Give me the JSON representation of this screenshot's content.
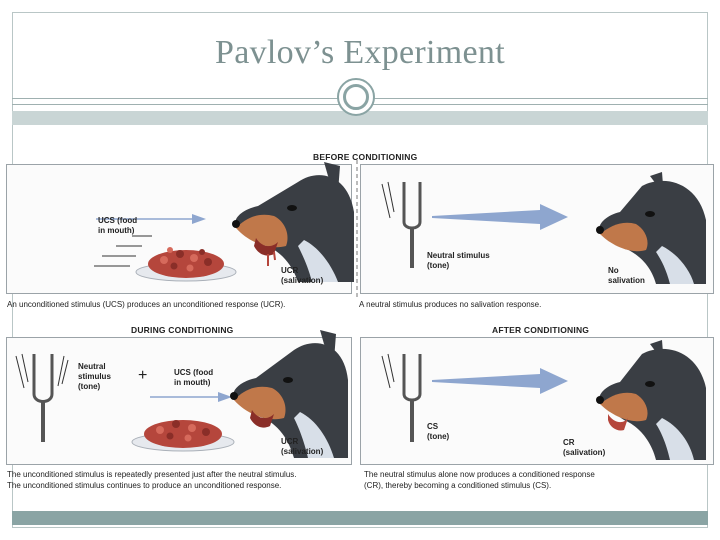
{
  "slide": {
    "title": "Pavlov’s Experiment"
  },
  "diagram": {
    "before_conditioning": {
      "heading": "BEFORE CONDITIONING",
      "left": {
        "ucs_label": "UCS (food\nin mouth)",
        "ucr_label": "UCR\n(salivation)",
        "caption": "An unconditioned stimulus (UCS) produces an unconditioned response (UCR)."
      },
      "right": {
        "stimulus_label": "Neutral stimulus\n(tone)",
        "response_label": "No\nsalivation",
        "caption": "A neutral stimulus produces no salivation response."
      }
    },
    "during_conditioning": {
      "heading": "DURING CONDITIONING",
      "neutral_label": "Neutral\nstimulus\n(tone)",
      "plus": "+",
      "ucs_label": "UCS (food\nin mouth)",
      "ucr_label": "UCR\n(salivation)",
      "caption_line1": "The unconditioned stimulus is repeatedly presented just after the neutral stimulus.",
      "caption_line2": "The unconditioned stimulus continues to produce an unconditioned response."
    },
    "after_conditioning": {
      "heading": "AFTER CONDITIONING",
      "cs_label": "CS\n(tone)",
      "cr_label": "CR\n(salivation)",
      "caption_line1": "The neutral stimulus alone now produces a conditioned response",
      "caption_line2": "(CR), thereby becoming a conditioned stimulus (CS)."
    }
  },
  "colors": {
    "title": "#7d9191",
    "accent_band": "#8aa4a4",
    "arrow": "#8ea6cf",
    "dog_dark": "#3a3e44",
    "dog_tan": "#c0784a",
    "food": "#b5463c"
  }
}
